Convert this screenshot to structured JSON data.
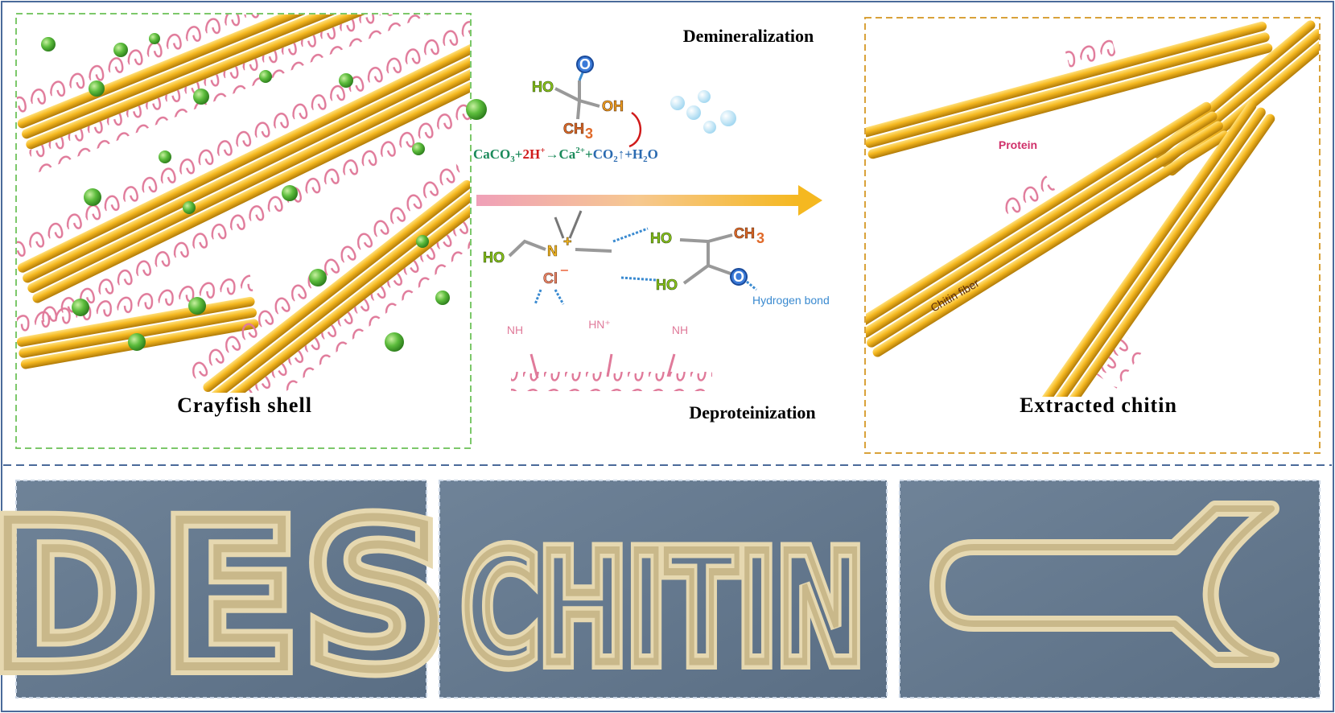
{
  "top": {
    "left_panel": {
      "caption": "Crayfish shell"
    },
    "right_panel": {
      "caption": "Extracted chitin",
      "protein_label": "Protein",
      "fiber_label": "Chitin fiber"
    },
    "center": {
      "demineralization": "Demineralization",
      "deproteinization": "Deproteinization",
      "equation": {
        "p1": "CaCO",
        "s1": "3",
        "p2": "+",
        "p3": "2H",
        "s3": "+",
        "p4": "→Ca",
        "s4": "2+",
        "p5": "+",
        "p6": "CO",
        "s6": "2",
        "p7": "↑",
        "p8": "+H",
        "s8": "2",
        "p9": "O"
      },
      "lactic_acid": {
        "ho": "HO",
        "oh": "OH",
        "ch3": "CH",
        "ch3_sub": "3",
        "o": "O"
      },
      "choline": {
        "ho": "HO",
        "n": "N",
        "n_plus": "+",
        "cl": "Cl",
        "cl_minus": "−"
      },
      "acid2": {
        "ho1": "HO",
        "ho2": "HO",
        "ch3": "CH",
        "ch3_sub": "3",
        "o": "O"
      },
      "hydrogen_bond": "Hydrogen bond",
      "protein_groups": [
        "NH",
        "HN⁺",
        "NH"
      ]
    },
    "colors": {
      "accent_orange": "#f5b820",
      "title_red": "#8b1a1a",
      "green_border": "#7cc86a",
      "orange_border": "#d9a23a",
      "blue_frame": "#4a6a9a",
      "protein_pink": "#e07a9a",
      "hbond_blue": "#3a8ad0",
      "eq_green": "#1a8a5a"
    }
  },
  "bottom": {
    "photos": [
      {
        "text": "DES"
      },
      {
        "text": "CHITIN"
      },
      {
        "shape": "wrench"
      }
    ]
  }
}
